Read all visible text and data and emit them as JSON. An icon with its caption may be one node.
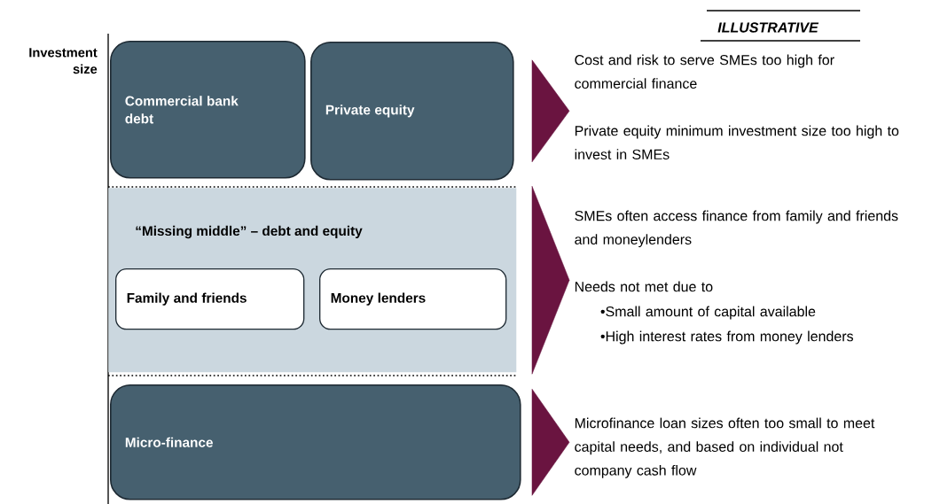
{
  "diagram": {
    "nodes": [
      {
        "text": [
          "Commercial bank debt"
        ]
      },
      {
        "text": [
          "Private equity"
        ]
      },
      {
        "text": [
          "“Missing middle” – debt and equity"
        ]
      },
      {
        "text": [
          "Family and friends"
        ],
        "in": 2
      },
      {
        "text": [
          "Money lenders"
        ],
        "in": 2
      },
      {
        "text": [
          "Micro-finance"
        ]
      },
      {
        "text": [
          "Cost and risk to serve SMEs too high for commercial finance",
          "Private equity minimum investment size too high to invest in SMEs"
        ]
      },
      {
        "text": [
          "SMEs often access finance from family and friends and moneylenders",
          "Needs not met due to",
          "•Small amount of capital available",
          "•High interest rates from money lenders"
        ]
      },
      {
        "text": [
          "Microfinance loan sizes often too small to meet capital needs, and based on individual not company cash flow"
        ]
      }
    ],
    "edges": [
      {
        "from": 1,
        "to": 6,
        "arrow": "to"
      },
      {
        "from": 2,
        "to": 7,
        "arrow": "to"
      },
      {
        "from": 5,
        "to": 8,
        "arrow": "to"
      }
    ],
    "labels": [
      "Investment size",
      "ILLUSTRATIVE"
    ]
  }
}
